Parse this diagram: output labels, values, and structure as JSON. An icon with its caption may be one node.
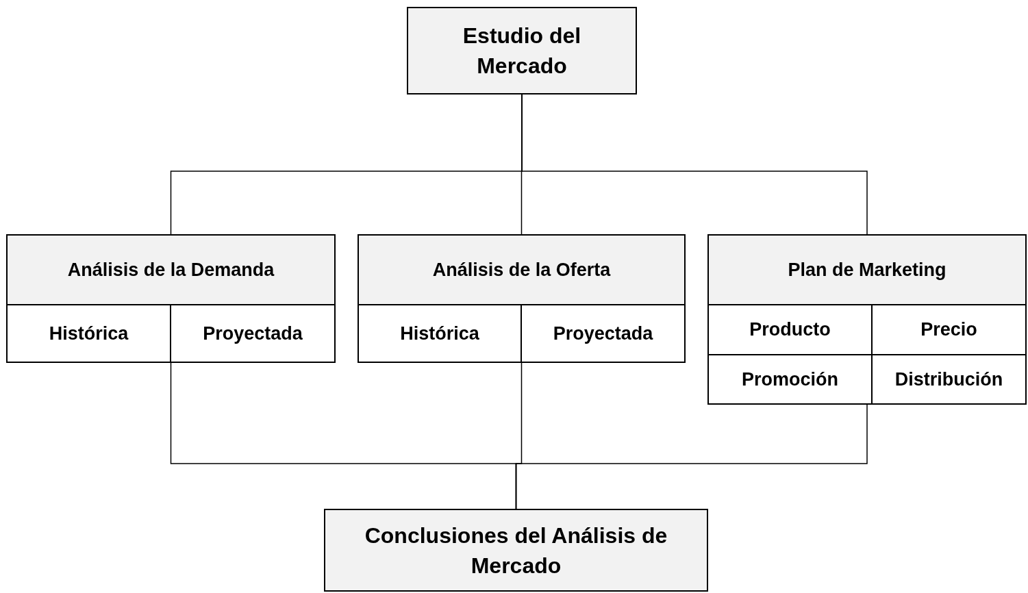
{
  "diagram": {
    "nodes": [
      {
        "text": [
          "Estudio del Mercado"
        ]
      },
      {
        "text": [
          "Análisis de la Demanda"
        ]
      },
      {
        "text": [
          "Histórica"
        ],
        "in": 1
      },
      {
        "text": [
          "Proyectada"
        ],
        "in": 1
      },
      {
        "text": [
          "Análisis de la Oferta"
        ]
      },
      {
        "text": [
          "Histórica"
        ],
        "in": 4
      },
      {
        "text": [
          "Proyectada"
        ],
        "in": 4
      },
      {
        "text": [
          "Plan de Marketing"
        ]
      },
      {
        "text": [
          "Producto"
        ],
        "in": 7
      },
      {
        "text": [
          "Precio"
        ],
        "in": 7
      },
      {
        "text": [
          "Promoción"
        ],
        "in": 7
      },
      {
        "text": [
          "Distribución"
        ],
        "in": 7
      },
      {
        "text": [
          "Conclusiones del Análisis de Mercado"
        ]
      }
    ],
    "edges": [
      {
        "from": 0,
        "to": 1,
        "arrow": "none"
      },
      {
        "from": 0,
        "to": 4,
        "arrow": "none"
      },
      {
        "from": 0,
        "to": 7,
        "arrow": "none"
      },
      {
        "from": 1,
        "to": 12,
        "arrow": "none"
      },
      {
        "from": 4,
        "to": 12,
        "arrow": "none"
      },
      {
        "from": 7,
        "to": 12,
        "arrow": "none"
      }
    ]
  }
}
